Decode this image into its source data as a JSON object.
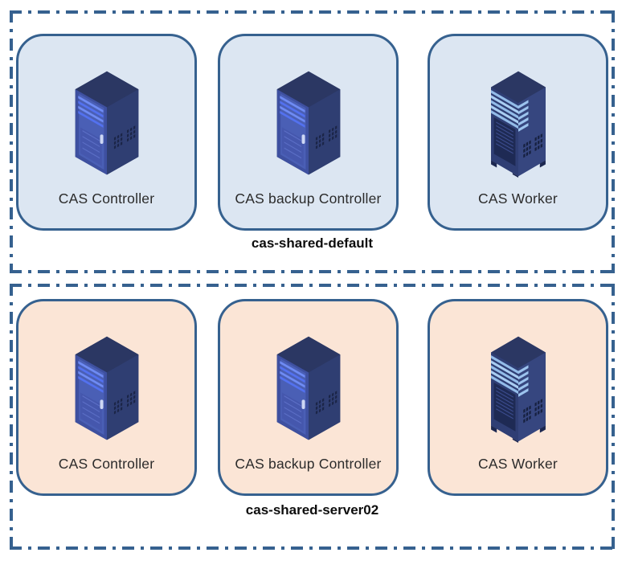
{
  "diagram": {
    "groups": [
      {
        "label": "cas-shared-default",
        "fill": "#dce6f2",
        "nodes": [
          {
            "label": "CAS Controller",
            "icon": "server-tower-icon"
          },
          {
            "label": "CAS backup Controller",
            "icon": "server-tower-icon"
          },
          {
            "label": "CAS Worker",
            "icon": "server-rack-icon"
          }
        ]
      },
      {
        "label": "cas-shared-server02",
        "fill": "#fbe5d6",
        "nodes": [
          {
            "label": "CAS Controller",
            "icon": "server-tower-icon"
          },
          {
            "label": "CAS backup Controller",
            "icon": "server-tower-icon"
          },
          {
            "label": "CAS Worker",
            "icon": "server-rack-icon"
          }
        ]
      }
    ],
    "colors": {
      "background": "#ffffff",
      "group_border": "#36618f",
      "node_border": "#36618f",
      "node_fill_blue": "#dce6f2",
      "node_fill_peach": "#fbe5d6",
      "node_label_text": "#2b2b2b",
      "group_label_text": "#0d0d0d",
      "server_body_navy": "#2e3c6c",
      "server_top_navy": "#2b3763",
      "server_door_blue": "#4a5fb5",
      "server_slat_bright": "#5d7df2",
      "server_stripe_light": "#9cc3ee",
      "server_vent_dark": "#1b2547"
    }
  }
}
